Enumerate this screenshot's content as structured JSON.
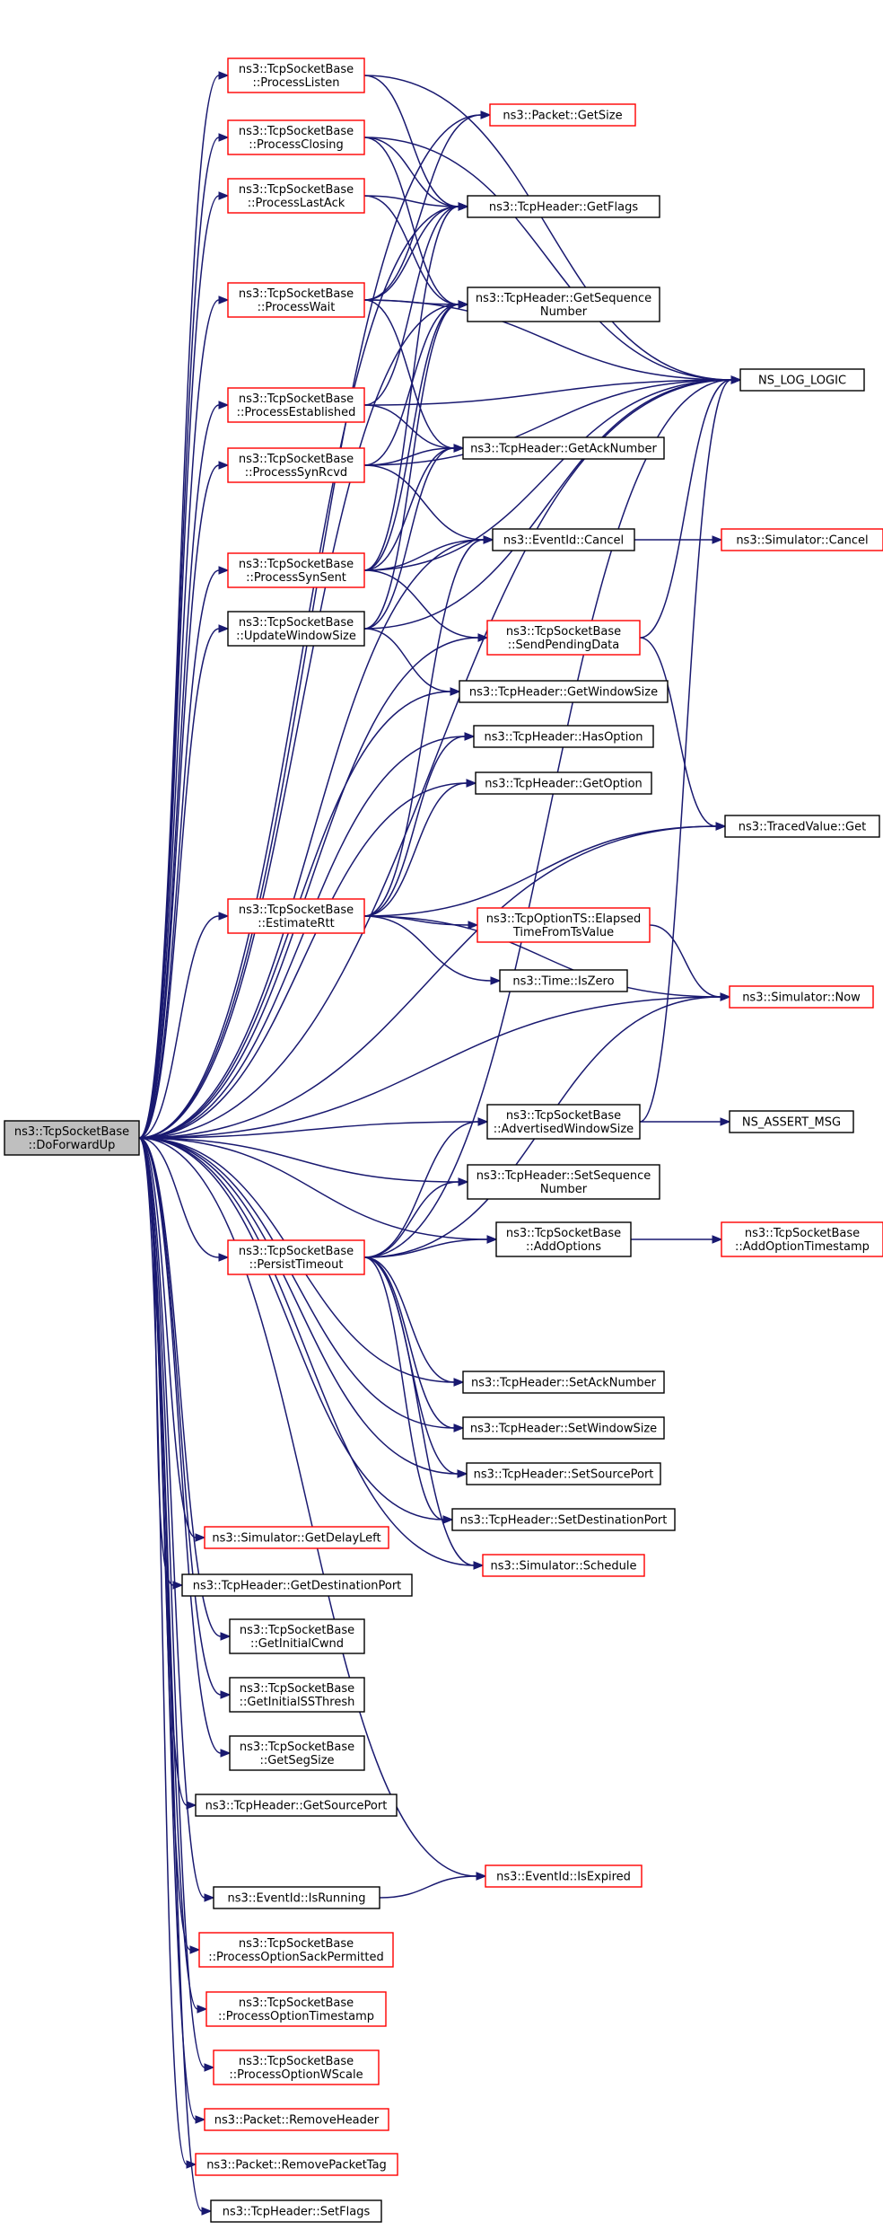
{
  "colors": {
    "edge": "#191970",
    "red_border": "#ff0000",
    "black_border": "#000000",
    "root_fill": "#bfbfbf",
    "node_fill": "#ffffff"
  },
  "nodes": {
    "root": [
      "ns3::TcpSocketBase",
      "::DoForwardUp"
    ],
    "processListen": [
      "ns3::TcpSocketBase",
      "::ProcessListen"
    ],
    "processClosing": [
      "ns3::TcpSocketBase",
      "::ProcessClosing"
    ],
    "processLastAck": [
      "ns3::TcpSocketBase",
      "::ProcessLastAck"
    ],
    "processWait": [
      "ns3::TcpSocketBase",
      "::ProcessWait"
    ],
    "processEstablished": [
      "ns3::TcpSocketBase",
      "::ProcessEstablished"
    ],
    "processSynRcvd": [
      "ns3::TcpSocketBase",
      "::ProcessSynRcvd"
    ],
    "processSynSent": [
      "ns3::TcpSocketBase",
      "::ProcessSynSent"
    ],
    "updateWindowSize": [
      "ns3::TcpSocketBase",
      "::UpdateWindowSize"
    ],
    "estimateRtt": [
      "ns3::TcpSocketBase",
      "::EstimateRtt"
    ],
    "persistTimeout": [
      "ns3::TcpSocketBase",
      "::PersistTimeout"
    ],
    "getDelayLeft": [
      "ns3::Simulator::GetDelayLeft"
    ],
    "getDestinationPort": [
      "ns3::TcpHeader::GetDestinationPort"
    ],
    "getInitialCwnd": [
      "ns3::TcpSocketBase",
      "::GetInitialCwnd"
    ],
    "getInitialSSThresh": [
      "ns3::TcpSocketBase",
      "::GetInitialSSThresh"
    ],
    "getSegSize": [
      "ns3::TcpSocketBase",
      "::GetSegSize"
    ],
    "getSourcePort": [
      "ns3::TcpHeader::GetSourcePort"
    ],
    "isRunning": [
      "ns3::EventId::IsRunning"
    ],
    "processOptionSackPermitted": [
      "ns3::TcpSocketBase",
      "::ProcessOptionSackPermitted"
    ],
    "processOptionTimestamp": [
      "ns3::TcpSocketBase",
      "::ProcessOptionTimestamp"
    ],
    "processOptionWScale": [
      "ns3::TcpSocketBase",
      "::ProcessOptionWScale"
    ],
    "removeHeader": [
      "ns3::Packet::RemoveHeader"
    ],
    "removePacketTag": [
      "ns3::Packet::RemovePacketTag"
    ],
    "setFlags": [
      "ns3::TcpHeader::SetFlags"
    ],
    "packetGetSize": [
      "ns3::Packet::GetSize"
    ],
    "getFlags": [
      "ns3::TcpHeader::GetFlags"
    ],
    "getSequenceNumber": [
      "ns3::TcpHeader::GetSequence",
      "Number"
    ],
    "getAckNumber": [
      "ns3::TcpHeader::GetAckNumber"
    ],
    "eventCancel": [
      "ns3::EventId::Cancel"
    ],
    "sendPendingData": [
      "ns3::TcpSocketBase",
      "::SendPendingData"
    ],
    "getWindowSize": [
      "ns3::TcpHeader::GetWindowSize"
    ],
    "hasOption": [
      "ns3::TcpHeader::HasOption"
    ],
    "getOption": [
      "ns3::TcpHeader::GetOption"
    ],
    "elapsedTime": [
      "ns3::TcpOptionTS::Elapsed",
      "TimeFromTsValue"
    ],
    "timeIsZero": [
      "ns3::Time::IsZero"
    ],
    "advertisedWindowSize": [
      "ns3::TcpSocketBase",
      "::AdvertisedWindowSize"
    ],
    "setSequenceNumber": [
      "ns3::TcpHeader::SetSequence",
      "Number"
    ],
    "addOptions": [
      "ns3::TcpSocketBase",
      "::AddOptions"
    ],
    "setAckNumber": [
      "ns3::TcpHeader::SetAckNumber"
    ],
    "setWindowSize": [
      "ns3::TcpHeader::SetWindowSize"
    ],
    "setSourcePort": [
      "ns3::TcpHeader::SetSourcePort"
    ],
    "setDestinationPort": [
      "ns3::TcpHeader::SetDestinationPort"
    ],
    "schedule": [
      "ns3::Simulator::Schedule"
    ],
    "isExpired": [
      "ns3::EventId::IsExpired"
    ],
    "nsLogLogic": [
      "NS_LOG_LOGIC"
    ],
    "simulatorCancel": [
      "ns3::Simulator::Cancel"
    ],
    "tracedValueGet": [
      "ns3::TracedValue::Get"
    ],
    "simulatorNow": [
      "ns3::Simulator::Now"
    ],
    "nsAssertMsg": [
      "NS_ASSERT_MSG"
    ],
    "addOptionTimestamp": [
      "ns3::TcpSocketBase",
      "::AddOptionTimestamp"
    ]
  }
}
